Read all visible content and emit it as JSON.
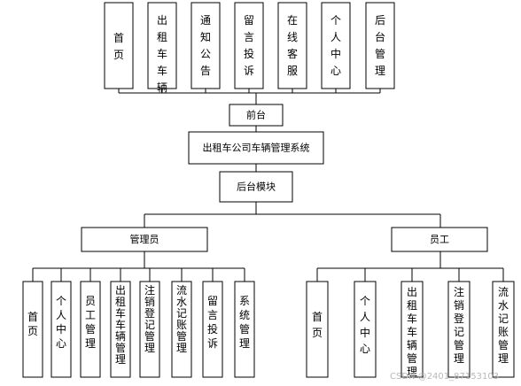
{
  "title": "出租车公司车辆管理系统",
  "frontend": {
    "label": "前台",
    "modules": [
      "首页",
      "出租车车辆",
      "通知公告",
      "留言投诉",
      "在线客服",
      "个人中心",
      "后台管理"
    ]
  },
  "backend": {
    "label": "后台模块",
    "roles": [
      {
        "label": "管理员",
        "modules": [
          "首页",
          "个人中心",
          "员工管理",
          "出租车车辆管理",
          "注销登记管理",
          "流水记账管理",
          "留言投诉",
          "系统管理"
        ]
      },
      {
        "label": "员工",
        "modules": [
          "首页",
          "个人中心",
          "出租车车辆管理",
          "注销登记管理",
          "流水记账管理"
        ]
      }
    ]
  },
  "watermark": "CSDN @2401_87153103"
}
